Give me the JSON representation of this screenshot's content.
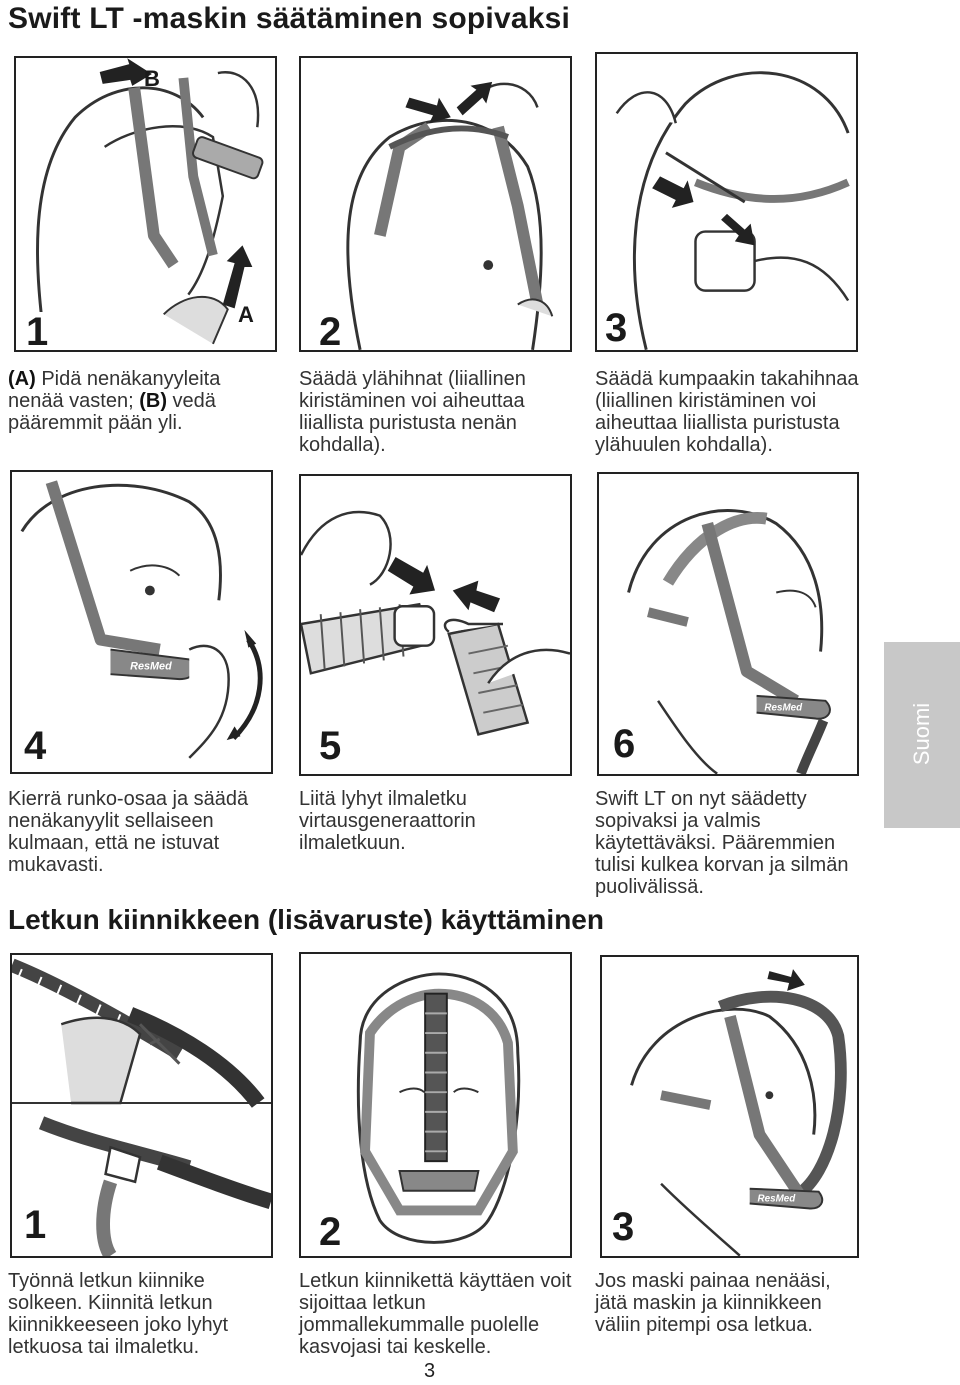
{
  "page_title": "Swift LT -maskin säätäminen sopivaksi",
  "section2_title": "Letkun kiinnikkeen (lisävaruste) käyttäminen",
  "side_tab": "Suomi",
  "page_number": "3",
  "brand_mark": "ResMed",
  "fitting_steps": [
    {
      "number": "1",
      "labels": [
        "B",
        "A"
      ],
      "caption_a_label": "(A)",
      "caption_a_text": " Pidä nenäkanyyleita nenää vasten; ",
      "caption_b_label": "(B)",
      "caption_b_text": " vedä pääremmit pään yli."
    },
    {
      "number": "2",
      "caption": "Säädä ylähihnat (liiallinen kiristäminen voi aiheuttaa liiallista puristusta nenän kohdalla)."
    },
    {
      "number": "3",
      "caption": "Säädä kumpaakin takahihnaa (liiallinen kiristäminen voi aiheuttaa liiallista puristusta ylähuulen kohdalla)."
    },
    {
      "number": "4",
      "caption": "Kierrä runko-osaa ja säädä nenäkanyylit sellaiseen kulmaan, että ne istuvat mukavasti."
    },
    {
      "number": "5",
      "caption": "Liitä lyhyt ilmaletku virtausgeneraattorin ilmaletkuun."
    },
    {
      "number": "6",
      "caption": "Swift LT on nyt säädetty sopivaksi ja valmis käytettäväksi. Pääremmien tulisi kulkea korvan ja silmän puolivälissä."
    }
  ],
  "clip_steps": [
    {
      "number": "1",
      "caption": "Työnnä letkun kiinnike solkeen. Kiinnitä letkun kiinnikkeeseen joko lyhyt letkuosa tai ilmaletku."
    },
    {
      "number": "2",
      "caption": "Letkun kiinnikettä käyttäen voit sijoittaa letkun jommallekummalle puolelle kasvojasi tai keskelle."
    },
    {
      "number": "3",
      "caption": "Jos maski painaa nenääsi, jätä maskin ja kiinnikkeen väliin pitempi osa letkua."
    }
  ]
}
